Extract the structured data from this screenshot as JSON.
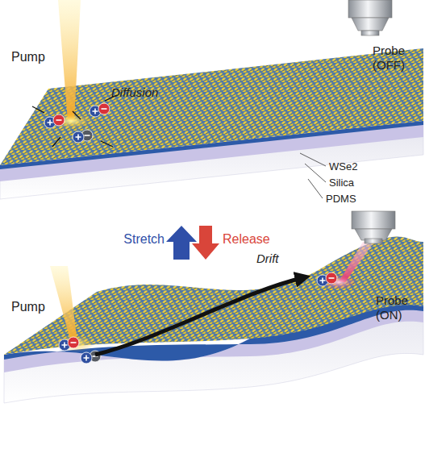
{
  "diagram": {
    "labels": [
      "Pump",
      "Diffusion",
      "Probe (OFF)",
      "WSe2",
      "Silica",
      "PDMS",
      "Stretch",
      "Release",
      "Pump",
      "Drift",
      "Probe (ON)"
    ]
  }
}
